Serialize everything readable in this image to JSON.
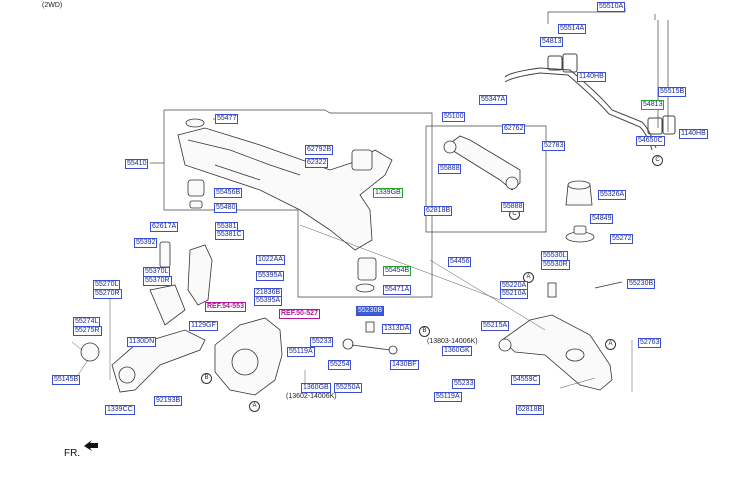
{
  "header": {
    "variant": "(2WD)"
  },
  "footer": {
    "front_label": "FR."
  },
  "callouts": {
    "a": "A",
    "b": "B",
    "c": "C"
  },
  "parts": {
    "p55510A": "55510A",
    "p55514A": "55514A",
    "p54813_top": "54813",
    "p1140HB_top": "1140HB",
    "p55515B": "55515B",
    "p54813_right": "54813",
    "p1140HB_right": "1140HB",
    "p54650C": "54650C",
    "p55347A": "55347A",
    "p62762": "62762",
    "p55100": "55100",
    "p52783": "52783",
    "p55888_a": "55888",
    "p55888_b": "55888",
    "p62818B_mid": "62818B",
    "p55326A": "55326A",
    "p54849": "54849",
    "p55272": "55272",
    "p55477": "55477",
    "p55410": "55410",
    "p62792B": "62792B",
    "p62322": "62322",
    "p1339GB": "1339GB",
    "p55456B": "55456B",
    "p55480": "55480",
    "p62617A": "62617A",
    "p55381": "55381",
    "p55381C": "55381C",
    "p55392": "55392",
    "p1022AA": "1022AA",
    "p55395A_a": "55395A",
    "p21836B": "21836B",
    "p55395A_b": "55395A",
    "p55370L": "55370L",
    "p55370R": "55370R",
    "p55270L": "55270L",
    "p55270R": "55270R",
    "p55274L": "55274L",
    "p55275R": "55275R",
    "p1130DN": "1130DN",
    "p1129GF": "1129GF",
    "p55145B": "55145B",
    "p1339CC": "1339CC",
    "p92193B": "92193B",
    "ref_54553": "REF.54-553",
    "ref_50527": "REF.50-527",
    "p55454B": "55454B",
    "p55471A": "55471A",
    "p54456": "54456",
    "p55230B_sel": "55230B",
    "p1313DA": "1313DA",
    "p55233_a": "55233",
    "p55119A_a": "55119A",
    "p55254": "55254",
    "p1360GB": "1360GB",
    "p55250A": "55250A",
    "p1430BF": "1430BF",
    "p55530L": "55530L",
    "p55530R": "55530R",
    "p55220A": "55220A",
    "p55210A": "55210A",
    "p55230B": "55230B",
    "p55215A": "55215A",
    "p1360GK": "1360GK",
    "p55233_b": "55233",
    "p55119A_b": "55119A",
    "p54559C": "54559C",
    "p52763": "52763",
    "p62818B_low": "62818B"
  },
  "notes": {
    "date_a": "(13803-14006K)",
    "date_b": "(13602-14006K)"
  }
}
